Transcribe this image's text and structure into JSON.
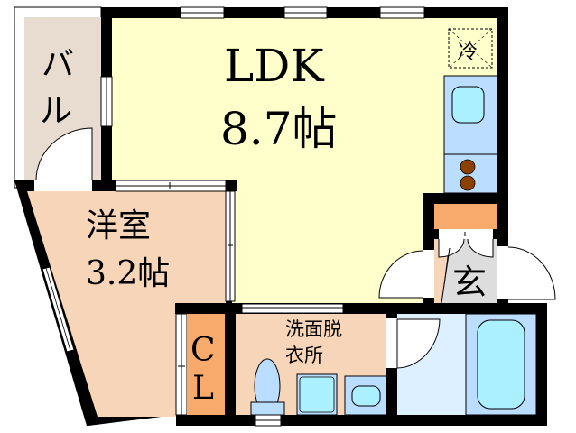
{
  "floor_plan": {
    "rooms": {
      "ldk": {
        "name": "LDK",
        "size": "8.7帖",
        "color": "#FFFFCC"
      },
      "western_room": {
        "name": "洋室",
        "size": "3.2帖",
        "color": "#F7D5B8"
      },
      "balcony": {
        "name_line1": "バ",
        "name_line2": "ル",
        "color": "#E8DCD0"
      },
      "closet": {
        "name_line1": "C",
        "name_line2": "L",
        "color": "#F7AA6C"
      },
      "washroom": {
        "name_line1": "洗面脱",
        "name_line2": "衣所",
        "color": "#F7D5B8"
      },
      "entrance": {
        "name": "玄",
        "color": "#DDDDDD"
      },
      "bathroom": {
        "color": "#DDF0FF"
      }
    },
    "fixtures": {
      "refrigerator": {
        "label": "冷"
      },
      "kitchen_sink": {
        "color": "#AAF0FF"
      },
      "stove": {
        "burners": 2,
        "color": "#8B4000"
      },
      "shoe_cabinet": {
        "color": "#F7AA6C"
      },
      "bathtub": {
        "color": "#AAF0FF"
      },
      "toilet": {
        "color": "#BBDDFF"
      },
      "washing_machine": {
        "color": "#AAF0FF"
      },
      "wash_basin": {
        "color": "#AAF0FF"
      }
    },
    "colors": {
      "wall": "#000000",
      "fixture_panel": "#BBDDFF",
      "background": "#FFFFFF"
    }
  }
}
